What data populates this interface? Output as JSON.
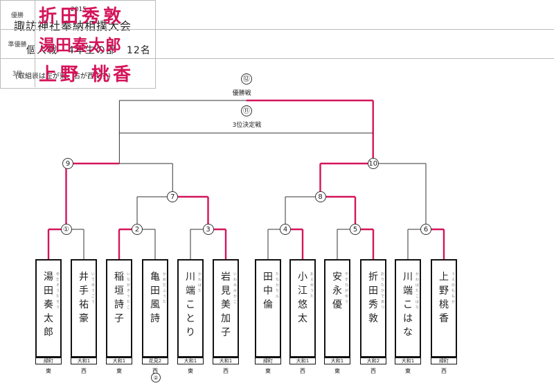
{
  "header": {
    "year": "2015",
    "title": "諏訪神社奉納相撲大会",
    "subtitle": "個人戦　4年生の部　12名",
    "note": "(取組表は左が東、右が西てす)"
  },
  "results": [
    {
      "label": "優勝",
      "name": "折田秀敦"
    },
    {
      "label": "準優勝",
      "name": "湯田奏太郎"
    },
    {
      "label": "3位",
      "name": "上野 桃香"
    }
  ],
  "players": [
    {
      "name": "湯田奏太郎",
      "furigana": "ゆだそうたろう",
      "club": "緑町",
      "side": "東"
    },
    {
      "name": "井手祐豪",
      "furigana": "いでゆうごう",
      "club": "大和1",
      "side": "西"
    },
    {
      "name": "稲垣詩子",
      "furigana": "いながきうたこ",
      "club": "大和1",
      "side": "東"
    },
    {
      "name": "亀田風詩",
      "furigana": "かめだふうた",
      "club": "花見2",
      "side": "西"
    },
    {
      "name": "川端ことり",
      "furigana": "かわばた",
      "club": "大和1",
      "side": "東"
    },
    {
      "name": "岩見美加子",
      "furigana": "いわみみかこ",
      "club": "大和1",
      "side": "西"
    },
    {
      "name": "田中倫",
      "furigana": "たなかりん",
      "club": "緑町",
      "side": "東"
    },
    {
      "name": "小江悠太",
      "furigana": "おえゆうた",
      "club": "大和1",
      "side": "西"
    },
    {
      "name": "安永優",
      "furigana": "やすながゆう",
      "club": "大和1",
      "side": "東"
    },
    {
      "name": "折田秀敦",
      "furigana": "おりたひであつ",
      "club": "大和2",
      "side": "西"
    },
    {
      "name": "川端こはな",
      "furigana": "かわばたこはな",
      "club": "大和1",
      "side": "東"
    },
    {
      "name": "上野桃香",
      "furigana": "うえのももか",
      "club": "緑町",
      "side": "西"
    }
  ],
  "matches": [
    {
      "id": "m1",
      "num": "①"
    },
    {
      "id": "m2",
      "num": "2"
    },
    {
      "id": "m3",
      "num": "3"
    },
    {
      "id": "m4",
      "num": "4"
    },
    {
      "id": "m5",
      "num": "5"
    },
    {
      "id": "m6",
      "num": "6"
    },
    {
      "id": "m7",
      "num": "7"
    },
    {
      "id": "m8",
      "num": "8"
    },
    {
      "id": "m9",
      "num": "9"
    },
    {
      "id": "m10",
      "num": "10"
    },
    {
      "id": "m11",
      "num": "⑪",
      "label": "3位決定戦"
    },
    {
      "id": "m12",
      "num": "⑫",
      "label": "優勝戦"
    }
  ],
  "winners": {
    "m1": 0,
    "m2": 0,
    "m3": 1,
    "m4": 1,
    "m5": 1,
    "m6": 1,
    "m7": 1,
    "m8": 1,
    "m9": 0,
    "m10": 0,
    "m12": 1
  },
  "mark": "②",
  "colors": {
    "winner_line": "#d4145a",
    "line": "#333333",
    "result_ink": "#d4145a"
  }
}
